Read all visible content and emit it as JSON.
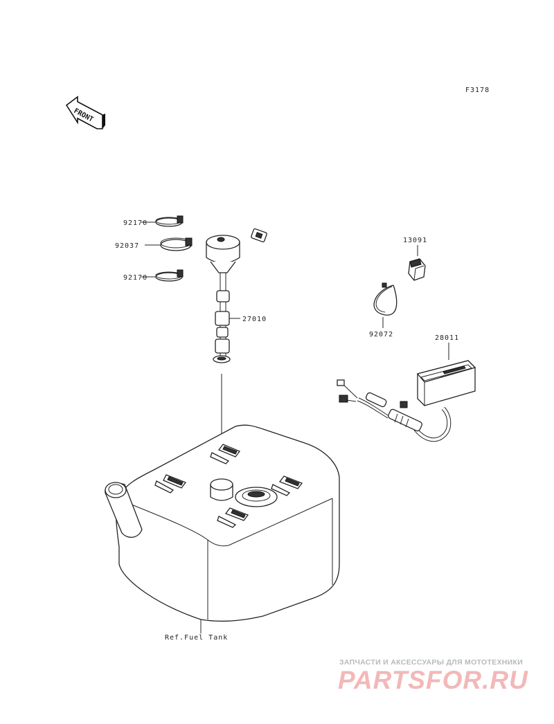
{
  "figure_code": "F3178",
  "front_label": "FRONT",
  "callouts": {
    "clamp_upper": "92170",
    "band": "92037",
    "clamp_lower": "92170",
    "sender_unit": "27010",
    "cover": "13091",
    "wire_band": "92072",
    "fuel_gauge": "28011"
  },
  "reference_label": "Ref.Fuel Tank",
  "watermark": {
    "tagline": "ЗАПЧАСТИ И АКСЕССУАРЫ ДЛЯ МОТОТЕХНИКИ",
    "logo": "PARTSFOR.RU"
  },
  "colors": {
    "line": "#222222",
    "watermark_text": "#b9b9b9",
    "watermark_logo": "#f2b8b8"
  }
}
